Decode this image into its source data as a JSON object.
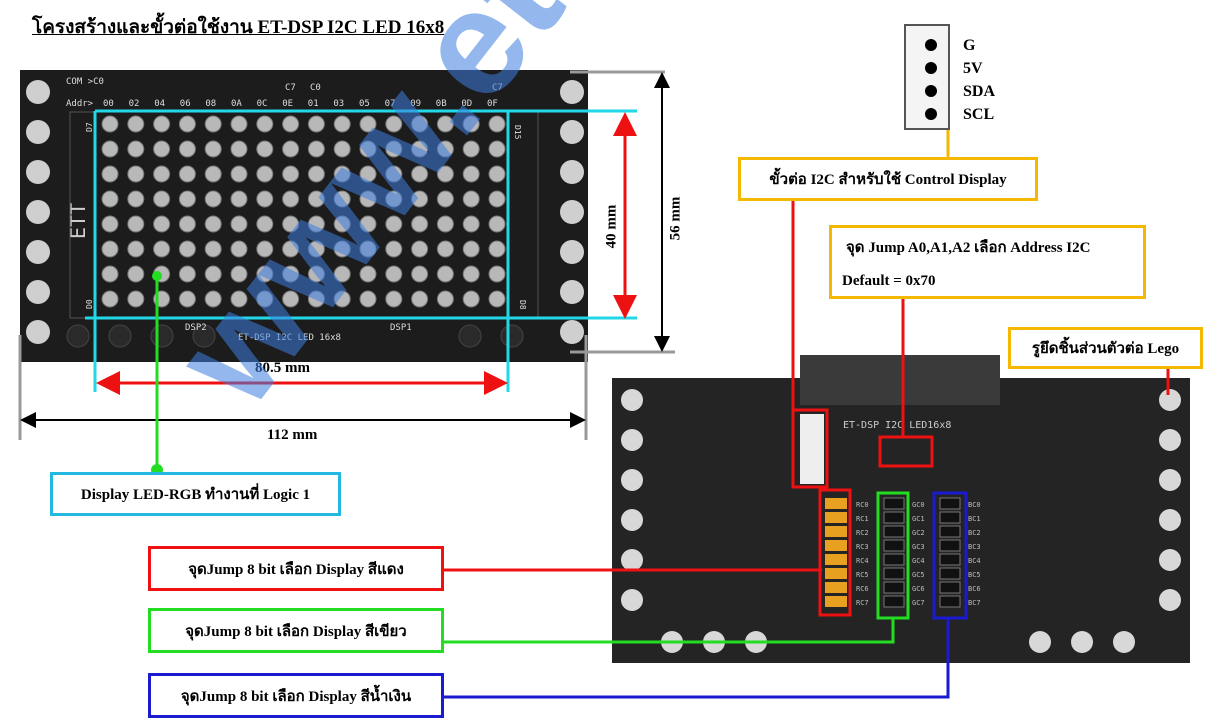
{
  "title": "โครงสร้างและขั้วต่อใช้งาน  ET-DSP I2C LED 16x8",
  "watermark": "www.etteam.com",
  "front_board": {
    "com_label": "COM >C0",
    "addr_label": "Addr>",
    "addresses": [
      "00",
      "02",
      "04",
      "06",
      "08",
      "0A",
      "0C",
      "0E",
      "01",
      "03",
      "05",
      "07",
      "09",
      "0B",
      "0D",
      "0F"
    ],
    "c7_left": "C7",
    "c0_right": "C0",
    "c7_right": "C7",
    "d7": "D7",
    "d0": "D0",
    "d15": "D15",
    "d8": "D8",
    "dsp2": "DSP2",
    "dsp1": "DSP1",
    "name": "ET-DSP I2C LED 16x8",
    "logo": "ETT",
    "led_rows": 8,
    "led_cols": 16
  },
  "dimensions": {
    "height_inner": "40 mm",
    "height_outer": "56 mm",
    "width_inner": "80.5 mm",
    "width_outer": "112 mm"
  },
  "connector_pins": [
    "G",
    "5V",
    "SDA",
    "SCL"
  ],
  "callouts": {
    "i2c": "ขั้วต่อ I2C สำหรับใช้ Control Display",
    "jump_addr": "จุด Jump A0,A1,A2 เลือก Address I2C",
    "default": "Default = 0x70",
    "lego": "รูยึดชิ้นส่วนตัวต่อ Lego",
    "logic": "Display LED-RGB ทำงานที่ Logic 1",
    "red": "จุดJump 8 bit เลือก Display สีแดง",
    "green": "จุดJump 8 bit เลือก Display สีเขียว",
    "blue": "จุดJump 8 bit เลือก Display สีน้ำเงิน"
  },
  "back_board": {
    "name": "ET-DSP I2C LED16x8",
    "rc": [
      "RC0",
      "RC1",
      "RC2",
      "RC3",
      "RC4",
      "RC5",
      "RC6",
      "RC7"
    ],
    "gc": [
      "GC0",
      "GC1",
      "GC2",
      "GC3",
      "GC4",
      "GC5",
      "GC6",
      "GC7"
    ],
    "bc": [
      "BC0",
      "BC1",
      "BC2",
      "BC3",
      "BC4",
      "BC5",
      "BC6",
      "BC7"
    ]
  },
  "colors": {
    "red": "#ee1111",
    "green": "#22dd22",
    "blue": "#1a1ad0",
    "cyan": "#22d8e8",
    "orange": "#f5b800",
    "board": "#1c1c1c"
  }
}
